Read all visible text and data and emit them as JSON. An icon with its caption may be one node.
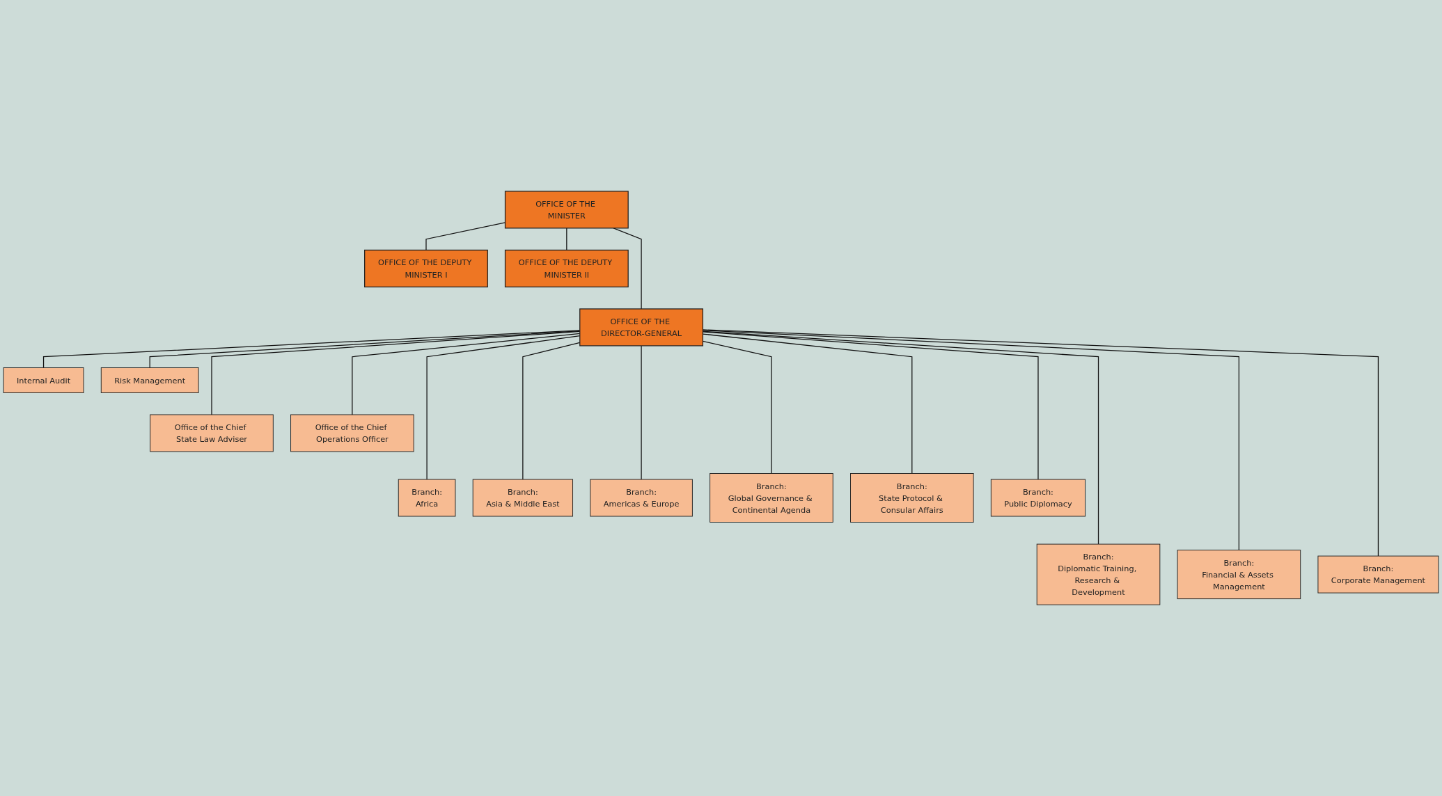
{
  "diagram": {
    "nodes": [
      {
        "text": [
          "OFFICE OF THE MINISTER"
        ]
      },
      {
        "text": [
          "OFFICE OF THE DEPUTY MINISTER I"
        ]
      },
      {
        "text": [
          "OFFICE OF THE DEPUTY MINISTER II"
        ]
      },
      {
        "text": [
          "OFFICE OF THE DIRECTOR-GENERAL"
        ]
      },
      {
        "text": [
          "Internal Audit"
        ]
      },
      {
        "text": [
          "Risk Management"
        ]
      },
      {
        "text": [
          "Office of the Chief State Law Adviser"
        ]
      },
      {
        "text": [
          "Office of the Chief Operations Officer"
        ]
      },
      {
        "text": [
          "Branch:",
          "Africa"
        ]
      },
      {
        "text": [
          "Branch:",
          "Asia & Middle East"
        ]
      },
      {
        "text": [
          "Branch:",
          "Americas & Europe"
        ]
      },
      {
        "text": [
          "Branch:",
          "Global Governance & Continental Agenda"
        ]
      },
      {
        "text": [
          "Branch:",
          "State Protocol & Consular Affairs"
        ]
      },
      {
        "text": [
          "Branch:",
          "Public Diplomacy"
        ]
      },
      {
        "text": [
          "Branch:",
          "Diplomatic Training, Research & Development"
        ]
      },
      {
        "text": [
          "Branch:",
          "Financial & Assets Management"
        ]
      },
      {
        "text": [
          "Branch:",
          "Corporate Management"
        ]
      }
    ],
    "edges": [
      {
        "from": 0,
        "to": 1,
        "arrow": "none"
      },
      {
        "from": 0,
        "to": 2,
        "arrow": "none"
      },
      {
        "from": 0,
        "to": 3,
        "arrow": "none"
      },
      {
        "from": 3,
        "to": 4,
        "arrow": "none"
      },
      {
        "from": 3,
        "to": 5,
        "arrow": "none"
      },
      {
        "from": 3,
        "to": 6,
        "arrow": "none"
      },
      {
        "from": 3,
        "to": 7,
        "arrow": "none"
      },
      {
        "from": 3,
        "to": 8,
        "arrow": "none"
      },
      {
        "from": 3,
        "to": 9,
        "arrow": "none"
      },
      {
        "from": 3,
        "to": 10,
        "arrow": "none"
      },
      {
        "from": 3,
        "to": 11,
        "arrow": "none"
      },
      {
        "from": 3,
        "to": 12,
        "arrow": "none"
      },
      {
        "from": 3,
        "to": 13,
        "arrow": "none"
      },
      {
        "from": 3,
        "to": 14,
        "arrow": "none"
      },
      {
        "from": 3,
        "to": 15,
        "arrow": "none"
      },
      {
        "from": 3,
        "to": 16,
        "arrow": "none"
      }
    ]
  }
}
